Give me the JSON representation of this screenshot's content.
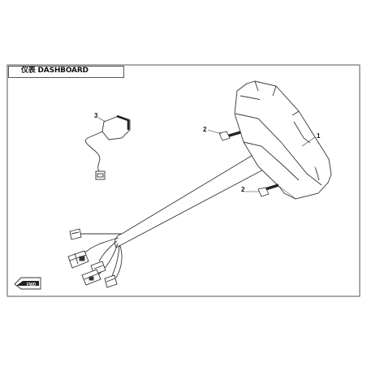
{
  "header": {
    "title": "仪表 DASHBOARD"
  },
  "callouts": {
    "c1": "1",
    "c2a": "2",
    "c2b": "2",
    "c3": "3"
  },
  "badge": {
    "text": "FWD"
  },
  "colors": {
    "line": "#333333",
    "border": "#555555",
    "background": "#ffffff"
  }
}
